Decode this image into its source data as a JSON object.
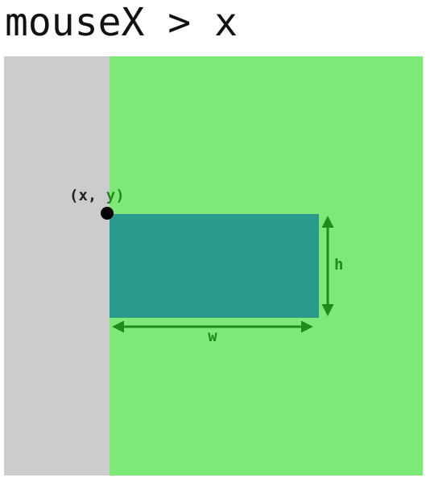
{
  "title": "mouseX > x",
  "labels": {
    "point_prefix": "(x,",
    "point_suffix": " y)",
    "width": "w",
    "height": "h"
  },
  "colors": {
    "left_region": "#cccccc",
    "right_region": "#7ee878",
    "rectangle": "#2a9a8e",
    "arrow": "#1e8c16",
    "point": "#000000",
    "title": "#111111"
  },
  "icons": {
    "corner_point": "filled-circle",
    "width_arrow": "double-headed-horizontal-arrow",
    "height_arrow": "double-headed-vertical-arrow"
  }
}
